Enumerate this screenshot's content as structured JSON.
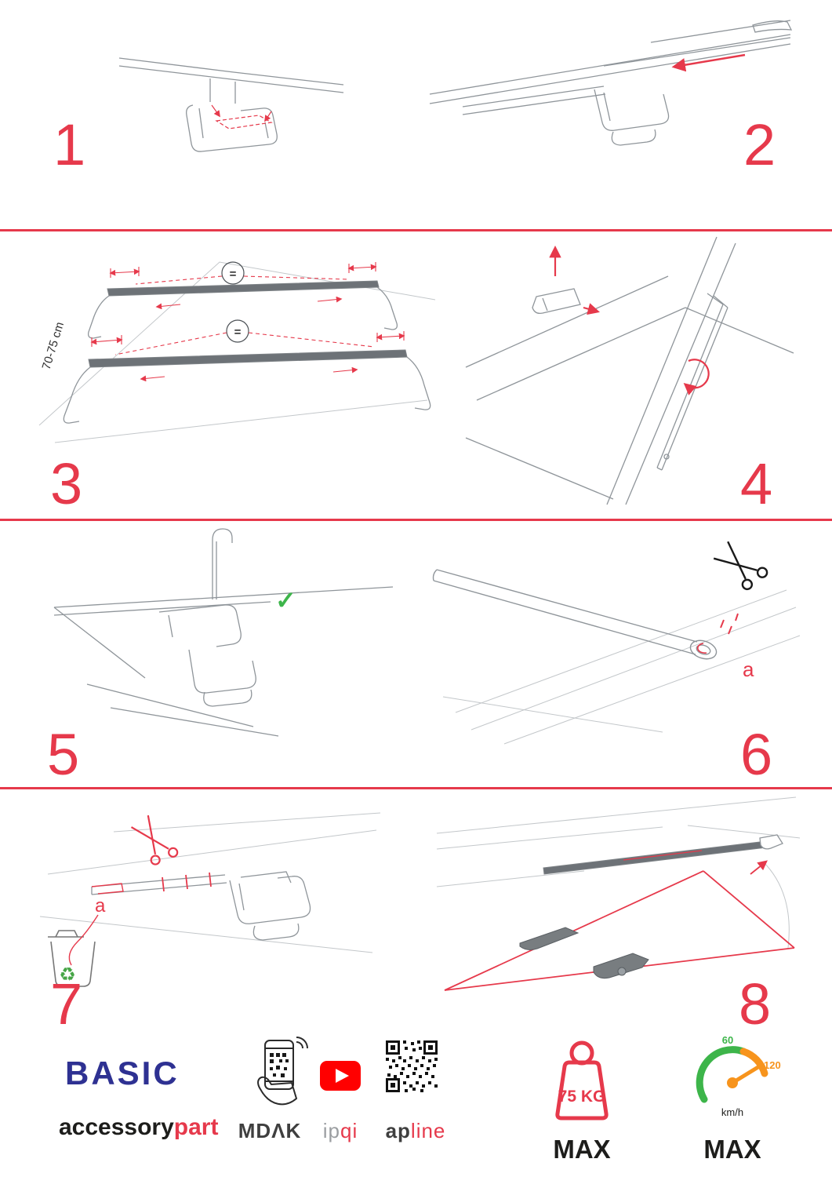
{
  "colors": {
    "accent_red": "#e6394b",
    "brand_navy": "#2e3192",
    "check_green": "#3db54a",
    "gauge_orange": "#f7941d",
    "youtube_red": "#ff0000"
  },
  "steps": {
    "s1": {
      "number": "1"
    },
    "s2": {
      "number": "2"
    },
    "s3": {
      "number": "3",
      "measurement": "70-75 cm",
      "equals": "="
    },
    "s4": {
      "number": "4"
    },
    "s5": {
      "number": "5"
    },
    "s6": {
      "number": "6",
      "part_label": "a"
    },
    "s7": {
      "number": "7",
      "part_label": "a"
    },
    "s8": {
      "number": "8"
    }
  },
  "icons": {
    "check": "✓",
    "recycle": "♻"
  },
  "footer": {
    "brand_title": "BASIC",
    "brand_word_dark": "accessory",
    "brand_word_red": "part",
    "app_label": "MDΛK",
    "video_label_gray": "ip",
    "video_label_red": "qi",
    "qr_label_dark": "ap",
    "qr_label_red": "line",
    "weight_value": "75 KG",
    "weight_max_label": "MAX",
    "speed_low": "60",
    "speed_high": "120",
    "speed_unit": "km/h",
    "speed_max_label": "MAX"
  }
}
